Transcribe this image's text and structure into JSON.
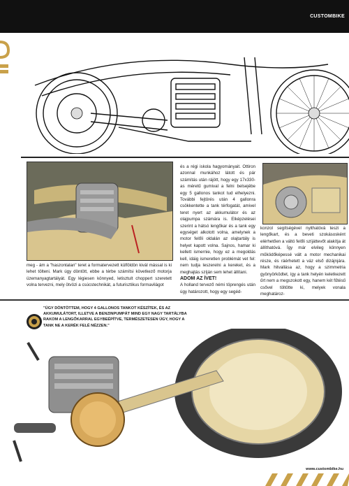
{
  "header": {
    "brand": "CUSTOMBIKE"
  },
  "footer": {
    "url": "www.custombike.hu"
  },
  "quote": {
    "text": "\"ÚGY DÖNTÖTTEM, HOGY 4 GALLONOS TANKOT KÉSZÍTEK, ÉS AZ AKKUMULÁTORT, ILLETVE A BENZINPUMPÁT MIND EGY NAGY TARTÁLYBA RAKOM A LENGŐKARRAL EGYBEÉPÍTVE, TERMÉSZETESEN ÚGY, HOGY A TANK NE A KERÉK FELÉ NÉZZEN.\""
  },
  "article": {
    "col2_p1": "és a régi iskola hagyományait. Ottiron azonnal munkához látott és pár számítás után rájött, hogy egy 17x330-as méretű gumival a felni belsejébe egy 5 gallonos tankot tud elhelyezni. További fejtörés után 4 gallonra csökkentette a tank térfogatát, amivel teret nyert az akkumulátor és az olajpumpa számára is. Elképzelései szerint a hátsó lengőkar és a tank egy egységet alkotott volna, amelynek a motor felőli oldalán az olajtartály is helyet kapott volna. Sajnos, hamar ki kellett ismernie, hogy ez a megoldás kell, idáig ismeretlen problémát vet fel: nem tudja leszerelni a kereket, és a meghajtás szíján sem lehet állítani.",
    "col2_subhead": "ADOM AZ ÍVET!",
    "col2_p2": "A holland tervező némi töprengés után úgy határozott, hogy egy segéd-",
    "col3_p1": "konzol segítségével nyithatóvá teszi a lengőkart, és a beveti szokásosként elérhetően a váltó felőli szíjáttevőt alakítja át állíthatóvá. Így már elvileg könnyen működőképessé vált a motor mechanikai része, és ráérhetett a váz első dizájnjára. Mark hitvallása az, hogy a szimmetria gyönyörködtet, így a tank helyén keletkezett űrt nem a megszokott egy, hanem két fűtésű csővel töltötte ki, melyek vonala meghatároz-",
    "col1_p1": "meg - ám a \"haszontalan\" teret a formatervezett külföldön kivál mással is ki lehet tölteni. Mark úgy döntött, ebbe a térbe számítsi következő motorja üzemanyagtartályát. Egy légiesen könnyed, letisztult choppert szeretett volna tervezni, mely ötvözi a csúcstechnikát, a futurisztikus formavilágot"
  }
}
